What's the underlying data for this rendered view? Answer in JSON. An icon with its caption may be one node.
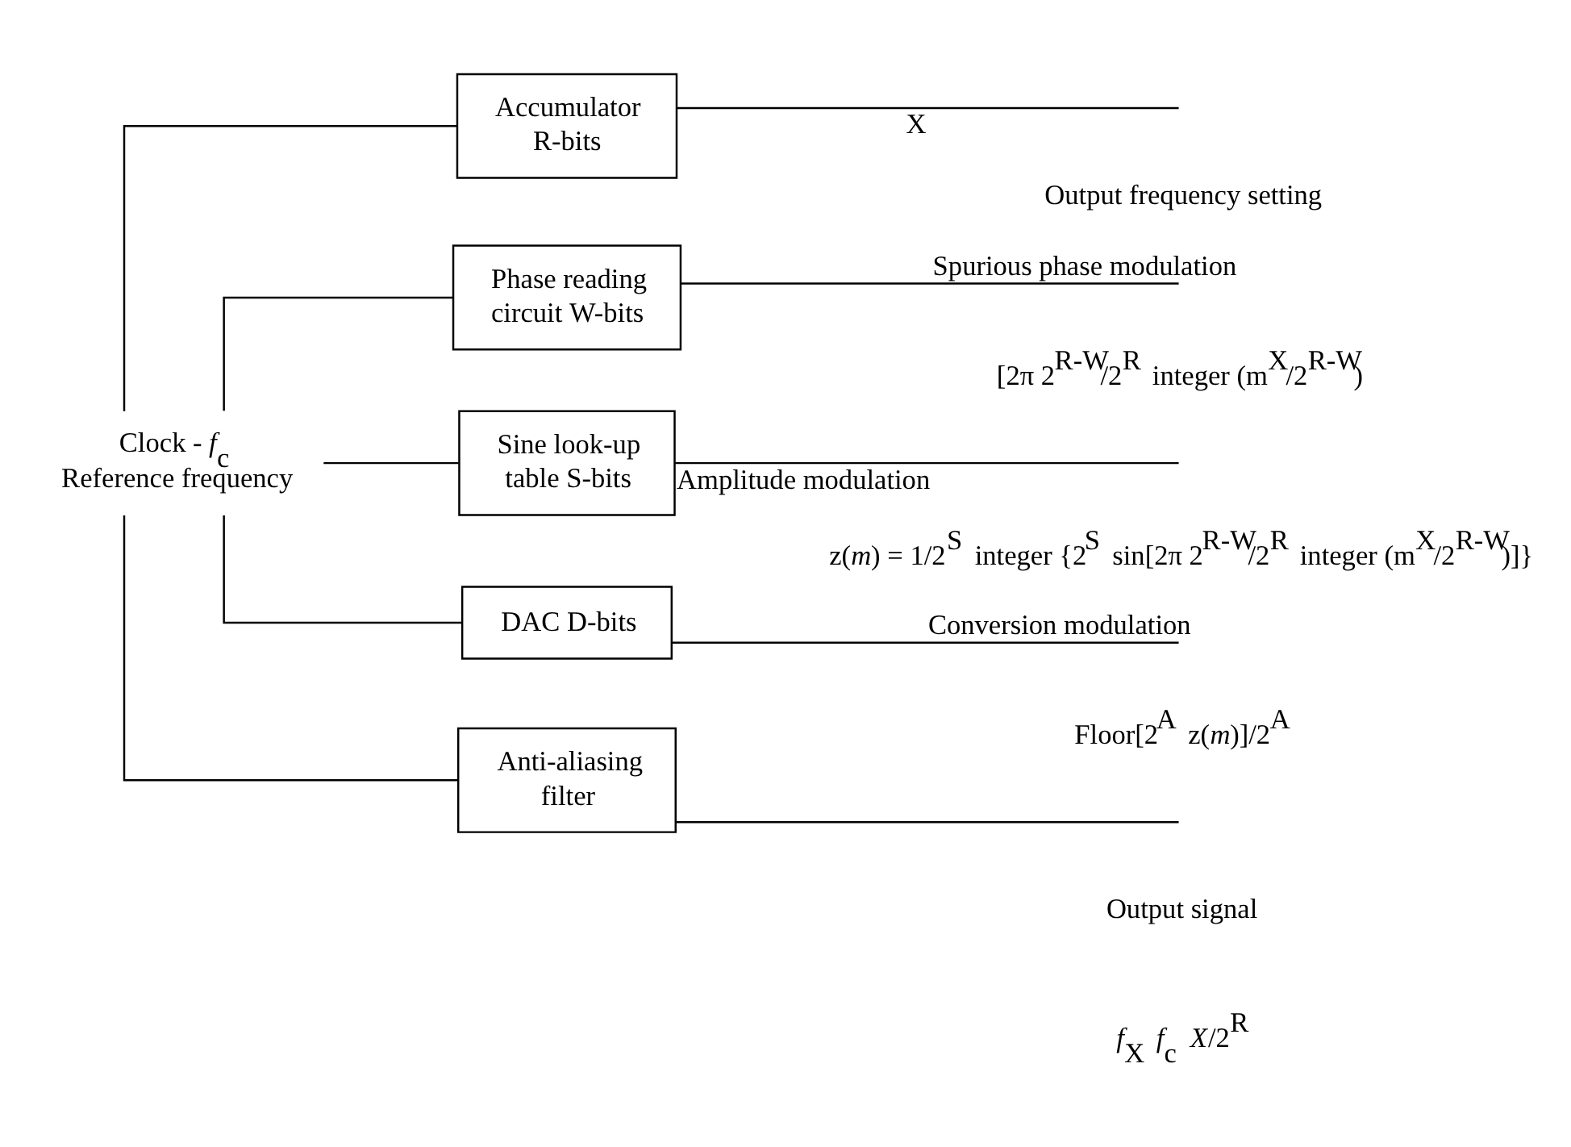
{
  "diagram": {
    "nodes": [
      {
        "text": [
          "Clock - *f*$_{c}$",
          "Reference frequency"
        ]
      },
      {
        "text": [
          "Accumulator R-bits"
        ]
      },
      {
        "text": [
          "Phase reading circuit W-bits"
        ]
      },
      {
        "text": [
          "Sine look-up table S-bits"
        ]
      },
      {
        "text": [
          "DAC D-bits"
        ]
      },
      {
        "text": [
          "Anti-aliasing filter"
        ]
      }
    ],
    "edges": [
      {
        "from": 0,
        "to": 1,
        "arrow": "none"
      },
      {
        "from": 0,
        "to": 2,
        "arrow": "none"
      },
      {
        "from": 0,
        "to": 3,
        "arrow": "none"
      },
      {
        "from": 0,
        "to": 4,
        "arrow": "none"
      },
      {
        "from": 0,
        "to": 5,
        "arrow": "none"
      },
      {
        "from": 1,
        "to": null,
        "arrow": "none",
        "label": "X"
      },
      {
        "from": 2,
        "to": null,
        "arrow": "none",
        "label": "Spurious phase modulation"
      },
      {
        "from": 3,
        "to": null,
        "arrow": "none",
        "label": "Amplitude modulation"
      },
      {
        "from": 4,
        "to": null,
        "arrow": "none",
        "label": "Conversion modulation"
      },
      {
        "from": 5,
        "to": null,
        "arrow": "none"
      }
    ],
    "labels": [
      "Output frequency setting",
      "[2π 2$^{R-W}$/2$^{R}$ integer (m$^{X}$/2$^{R-W}$)",
      "z(*m*) = 1/2$^{S}$ integer {2$^{S}$ sin[2π 2$^{R-W}$/2$^{R}$ integer (m$^{X}$/2$^{R-W}$)]}",
      "Floor[2$^{A}$ z(*m*)]/2$^{A}$",
      "Output signal",
      "*f*$_{X}$ *f*$_{c}$ *X*/2$^{R}$"
    ]
  }
}
